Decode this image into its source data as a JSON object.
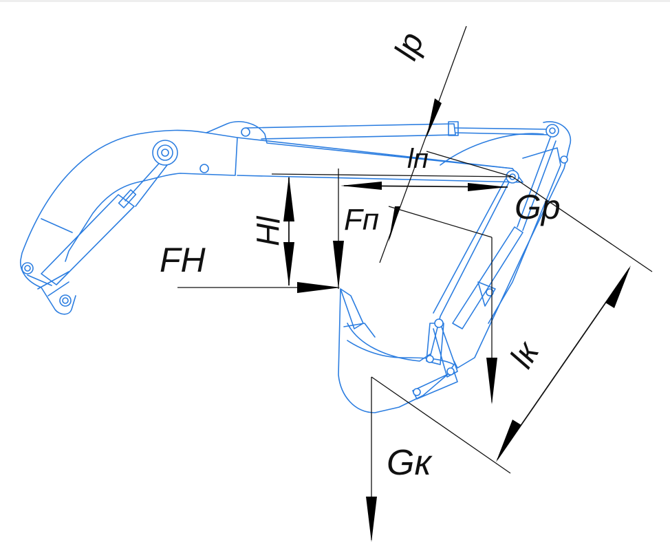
{
  "colors": {
    "mechanism": "#2b7de0",
    "ink": "#111111"
  },
  "labels": {
    "l_p": "lр",
    "l_n": "lп",
    "G_p": "Gр",
    "F_n": "Fп",
    "l_H": "lН",
    "F_H": "FН",
    "l_k": "lк",
    "G_k": "Gк"
  }
}
